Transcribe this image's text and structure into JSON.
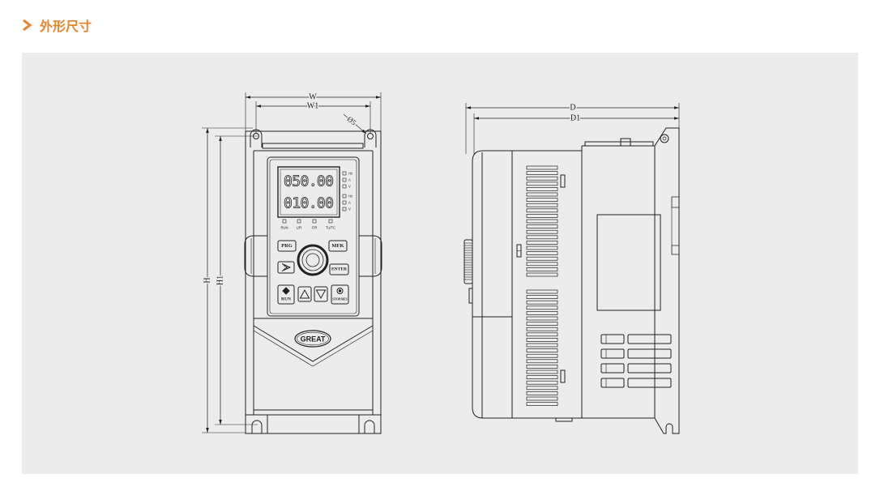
{
  "header": {
    "title": "外形尺寸",
    "icon": "chevron-right-icon"
  },
  "colors": {
    "accent": "#e8842a",
    "panel_background": "#ececec",
    "line": "#222222"
  },
  "front_view": {
    "dims": {
      "w": "W",
      "w1": "W1",
      "h": "H",
      "h1": "H1",
      "hole": "Ø5"
    },
    "display": {
      "line1": "050.00",
      "line2": "010.00"
    },
    "indicators_right": [
      "Hz",
      "A",
      "V",
      "Hz",
      "A",
      "V"
    ],
    "indicators_bottom": [
      "RUN",
      "L/R",
      "F/R",
      "TU/TC"
    ],
    "keys": {
      "prg": "PRG",
      "mfk": "MFK",
      "enter": "ENTER",
      "run": "RUN",
      "stop": "STOP/RES"
    },
    "logo": "GREAT"
  },
  "side_view": {
    "dims": {
      "d": "D",
      "d1": "D1"
    }
  }
}
